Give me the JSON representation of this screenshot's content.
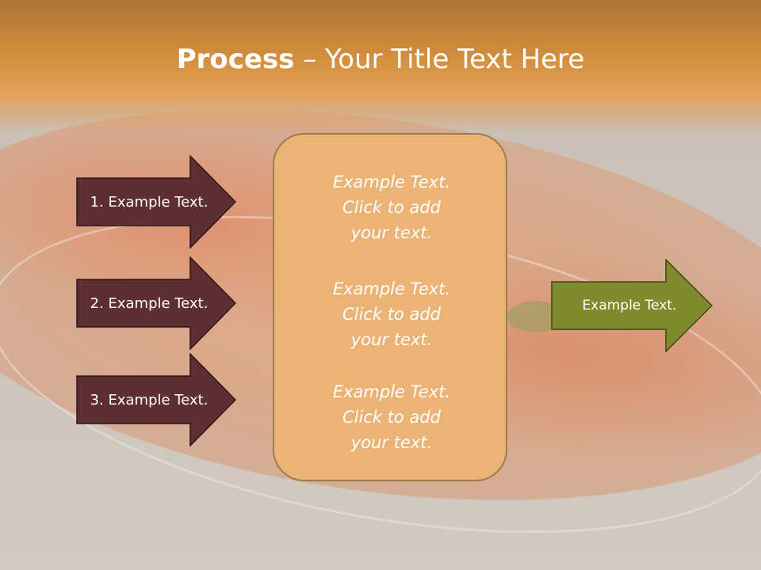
{
  "title": {
    "bold": "Process",
    "rest": " – Your Title Text Here"
  },
  "steps": [
    {
      "label": "1. Example Text."
    },
    {
      "label": "2. Example Text."
    },
    {
      "label": "3. Example Text."
    }
  ],
  "center": {
    "items": [
      {
        "line1": "Example Text.",
        "line2": "Click  to add",
        "line3": "your text."
      },
      {
        "line1": "Example Text.",
        "line2": "Click  to add",
        "line3": "your text."
      },
      {
        "line1": "Example Text.",
        "line2": "Click  to add",
        "line3": "your text."
      }
    ]
  },
  "result": {
    "label": "Example Text."
  },
  "colors": {
    "step_arrow": "#5e2e32",
    "center_box": "#ebb374",
    "result_arrow": "#7f8b2e",
    "title_band": "#d5903e"
  }
}
